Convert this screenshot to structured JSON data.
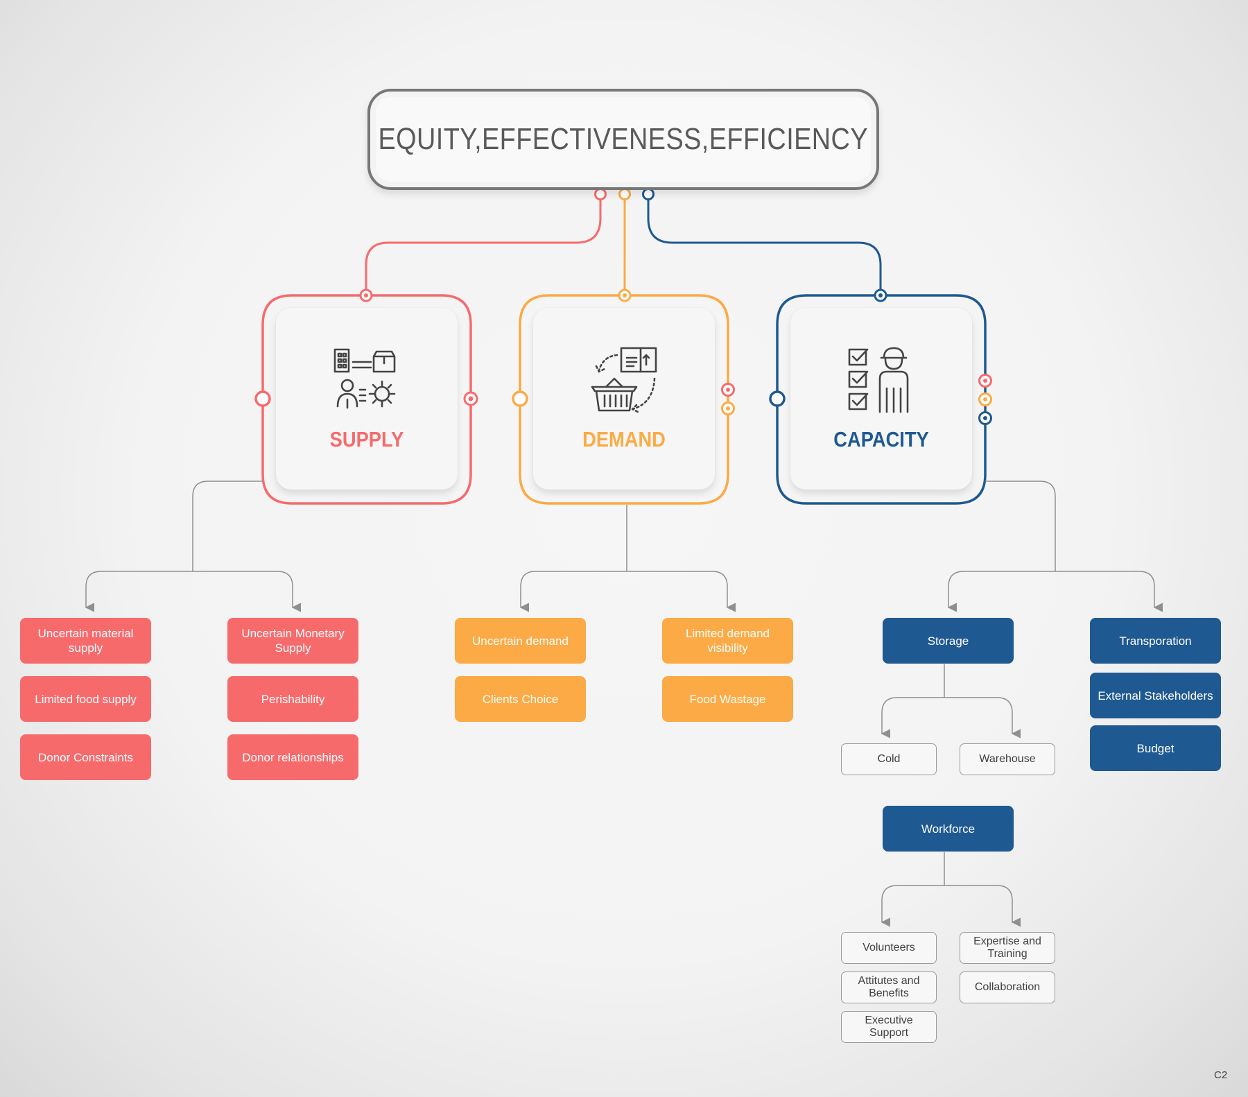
{
  "title": "EQUITY,EFFECTIVENESS,EFFICIENCY",
  "colors": {
    "supply": "#f76a6c",
    "demand": "#fbaa45",
    "capacity": "#1f5991",
    "connector": "#8f8f8f"
  },
  "categories": {
    "supply": {
      "label": "SUPPLY",
      "icon": "supply-chain-icon"
    },
    "demand": {
      "label": "DEMAND",
      "icon": "demand-cycle-icon"
    },
    "capacity": {
      "label": "CAPACITY",
      "icon": "worker-checklist-icon"
    }
  },
  "supply": {
    "col1": [
      "Uncertain material supply",
      "Limited food supply",
      "Donor Constraints"
    ],
    "col2": [
      "Uncertain Monetary Supply",
      "Perishability",
      "Donor relationships"
    ]
  },
  "demand": {
    "col1": [
      "Uncertain demand",
      "Clients Choice"
    ],
    "col2": [
      "Limited demand visibility",
      "Food Wastage"
    ]
  },
  "capacity": {
    "storage": {
      "label": "Storage",
      "children": [
        "Cold",
        "Warehouse"
      ]
    },
    "workforce": {
      "label": "Workforce",
      "children": [
        "Volunteers",
        "Attitutes and Benefits",
        "Executive Support",
        "Expertise and Training",
        "Collaboration"
      ]
    },
    "col2": [
      "Transporation",
      "External Stakeholders",
      "Budget"
    ]
  },
  "footer": {
    "code": "C2"
  }
}
